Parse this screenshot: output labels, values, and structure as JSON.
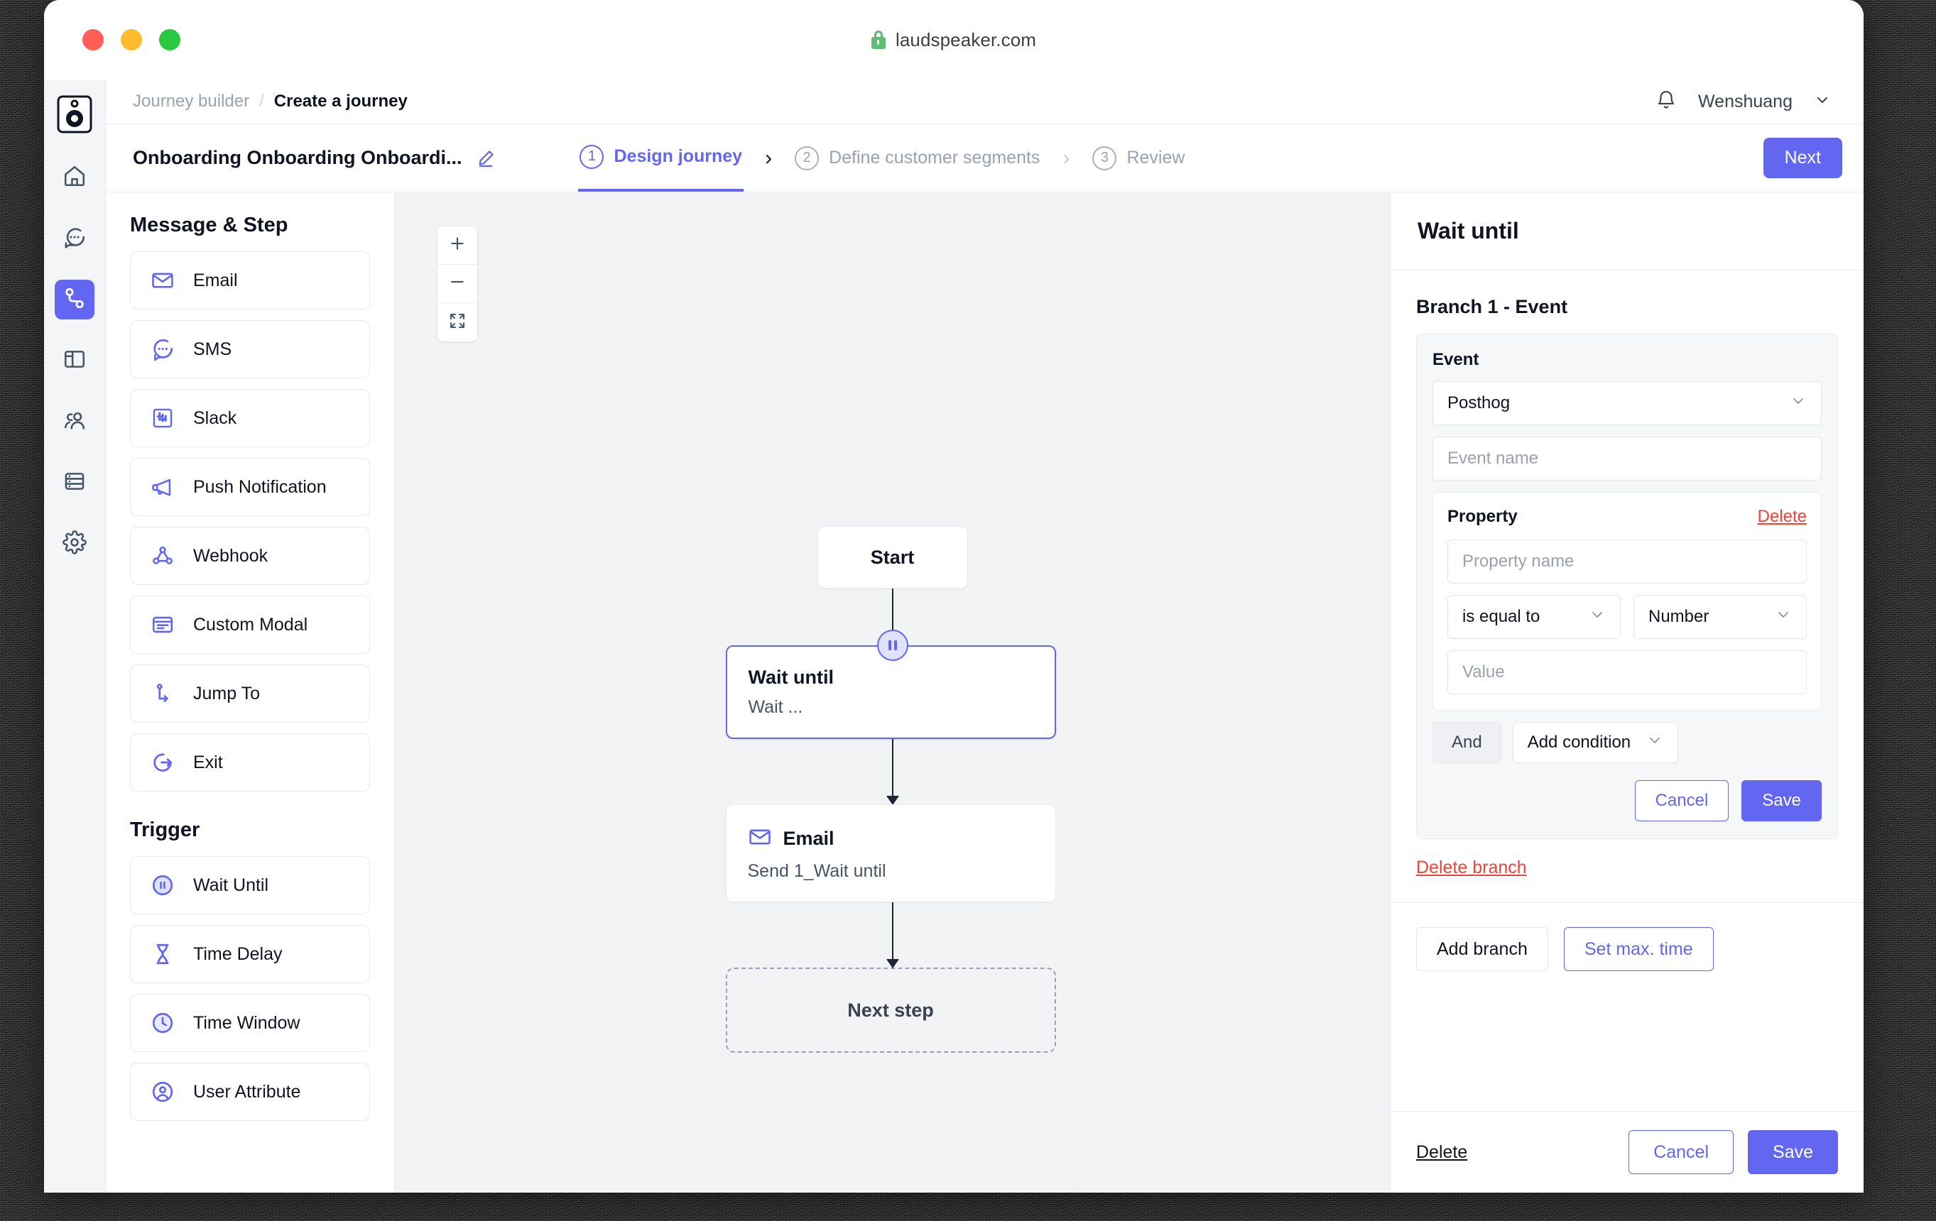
{
  "browser": {
    "url": "laudspeaker.com",
    "lock_icon": "lock-icon",
    "traffic_lights": [
      "close",
      "minimize",
      "maximize"
    ]
  },
  "rail": {
    "logo_icon": "laudspeaker-logo-icon",
    "items": [
      {
        "icon": "home-icon",
        "name": "home",
        "active": false
      },
      {
        "icon": "chat-bubble-icon",
        "name": "messaging",
        "active": false
      },
      {
        "icon": "journey-flow-icon",
        "name": "journeys",
        "active": true
      },
      {
        "icon": "template-layout-icon",
        "name": "templates",
        "active": false
      },
      {
        "icon": "people-icon",
        "name": "people",
        "active": false
      },
      {
        "icon": "database-icon",
        "name": "database",
        "active": false
      },
      {
        "icon": "gear-icon",
        "name": "settings",
        "active": false
      }
    ]
  },
  "topbar": {
    "breadcrumb_parent": "Journey builder",
    "breadcrumb_sep": "/",
    "breadcrumb_current": "Create a journey",
    "bell_icon": "bell-icon",
    "user_name": "Wenshuang",
    "user_chevron_icon": "chevron-down-icon"
  },
  "subbar": {
    "journey_name": "Onboarding Onboarding Onboardi...",
    "edit_icon": "pencil-icon",
    "steps": [
      {
        "num": "1",
        "label": "Design journey",
        "active": true
      },
      {
        "num": "2",
        "label": "Define customer segments",
        "active": false
      },
      {
        "num": "3",
        "label": "Review",
        "active": false
      }
    ],
    "next_label": "Next"
  },
  "left_panel": {
    "section_message_title": "Message & Step",
    "message_items": [
      {
        "label": "Email",
        "icon": "envelope-icon"
      },
      {
        "label": "SMS",
        "icon": "chat-dots-icon"
      },
      {
        "label": "Slack",
        "icon": "slack-icon"
      },
      {
        "label": "Push Notification",
        "icon": "megaphone-icon"
      },
      {
        "label": "Webhook",
        "icon": "webhook-icon"
      },
      {
        "label": "Custom Modal",
        "icon": "window-modal-icon"
      },
      {
        "label": "Jump To",
        "icon": "jump-to-icon"
      },
      {
        "label": "Exit",
        "icon": "exit-icon"
      }
    ],
    "section_trigger_title": "Trigger",
    "trigger_items": [
      {
        "label": "Wait Until",
        "icon": "pause-circle-icon"
      },
      {
        "label": "Time Delay",
        "icon": "hourglass-icon"
      },
      {
        "label": "Time Window",
        "icon": "clock-icon"
      },
      {
        "label": "User Attribute",
        "icon": "user-circle-icon"
      }
    ]
  },
  "canvas": {
    "zoom_in_icon": "plus-icon",
    "zoom_out_icon": "minus-icon",
    "fit_view_icon": "fit-screen-icon",
    "nodes": {
      "start_label": "Start",
      "wait_title": "Wait until",
      "wait_sub": "Wait ...",
      "wait_badge_icon": "pause-icon",
      "email_title": "Email",
      "email_icon": "envelope-icon",
      "email_sub": "Send 1_Wait until",
      "next_step_label": "Next step"
    }
  },
  "right_panel": {
    "title": "Wait until",
    "branch_title": "Branch 1 - Event",
    "event_label": "Event",
    "provider_value": "Posthog",
    "provider_caret_icon": "chevron-down-icon",
    "event_name_placeholder": "Event name",
    "property_title": "Property",
    "property_delete_label": "Delete",
    "property_name_placeholder": "Property name",
    "operator_value": "is equal to",
    "operator_caret_icon": "chevron-down-icon",
    "type_value": "Number",
    "type_caret_icon": "chevron-down-icon",
    "value_placeholder": "Value",
    "and_label": "And",
    "add_condition_label": "Add condition",
    "add_condition_caret_icon": "chevron-down-icon",
    "cancel_label": "Cancel",
    "save_label": "Save",
    "delete_branch_label": "Delete branch",
    "add_branch_label": "Add branch",
    "set_max_time_label": "Set max. time",
    "footer_delete_label": "Delete",
    "footer_cancel_label": "Cancel",
    "footer_save_label": "Save"
  },
  "colors": {
    "accent": "#6366F1",
    "danger": "#F04438",
    "canvas_bg": "#F2F3F5",
    "lock_green": "#5EBC77"
  }
}
